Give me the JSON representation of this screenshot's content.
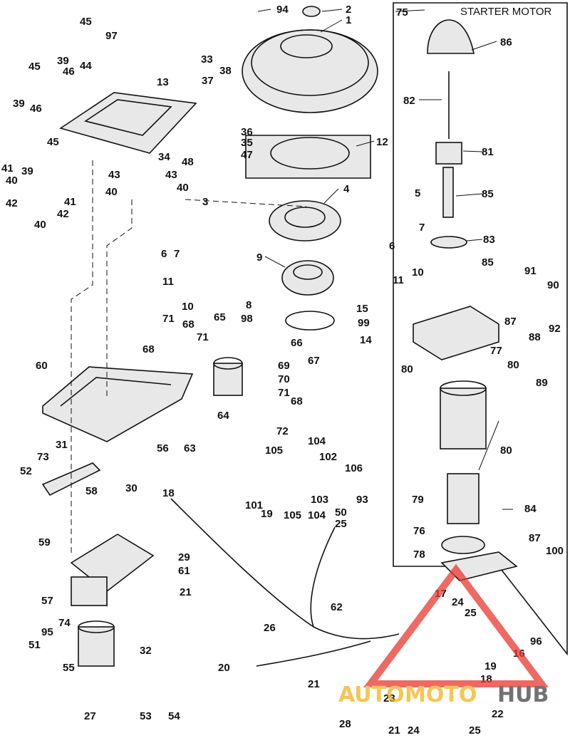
{
  "diagram": {
    "section_title": "STARTER MOTOR",
    "watermark": {
      "auto": "AUTO",
      "moto": "MOTO",
      "hub": "HUB",
      "colors": {
        "auto": "#f3b21b",
        "moto": "#f3b21b",
        "hub": "#444444",
        "triangle": "#e8382f"
      }
    },
    "callouts": [
      "1",
      "2",
      "3",
      "4",
      "5",
      "6",
      "7",
      "8",
      "9",
      "10",
      "11",
      "12",
      "13",
      "14",
      "15",
      "16",
      "17",
      "18",
      "19",
      "20",
      "21",
      "22",
      "23",
      "24",
      "25",
      "26",
      "27",
      "28",
      "29",
      "30",
      "31",
      "32",
      "33",
      "34",
      "35",
      "36",
      "37",
      "38",
      "39",
      "40",
      "41",
      "42",
      "43",
      "44",
      "45",
      "46",
      "47",
      "48",
      "50",
      "51",
      "52",
      "53",
      "54",
      "55",
      "56",
      "57",
      "58",
      "59",
      "60",
      "61",
      "62",
      "63",
      "64",
      "65",
      "66",
      "67",
      "68",
      "69",
      "70",
      "71",
      "72",
      "73",
      "74",
      "75",
      "76",
      "77",
      "78",
      "79",
      "80",
      "81",
      "82",
      "83",
      "84",
      "85",
      "86",
      "87",
      "88",
      "89",
      "90",
      "91",
      "92",
      "93",
      "94",
      "95",
      "96",
      "97",
      "98",
      "99",
      "100",
      "101",
      "102",
      "103",
      "104",
      "105",
      "106"
    ]
  }
}
